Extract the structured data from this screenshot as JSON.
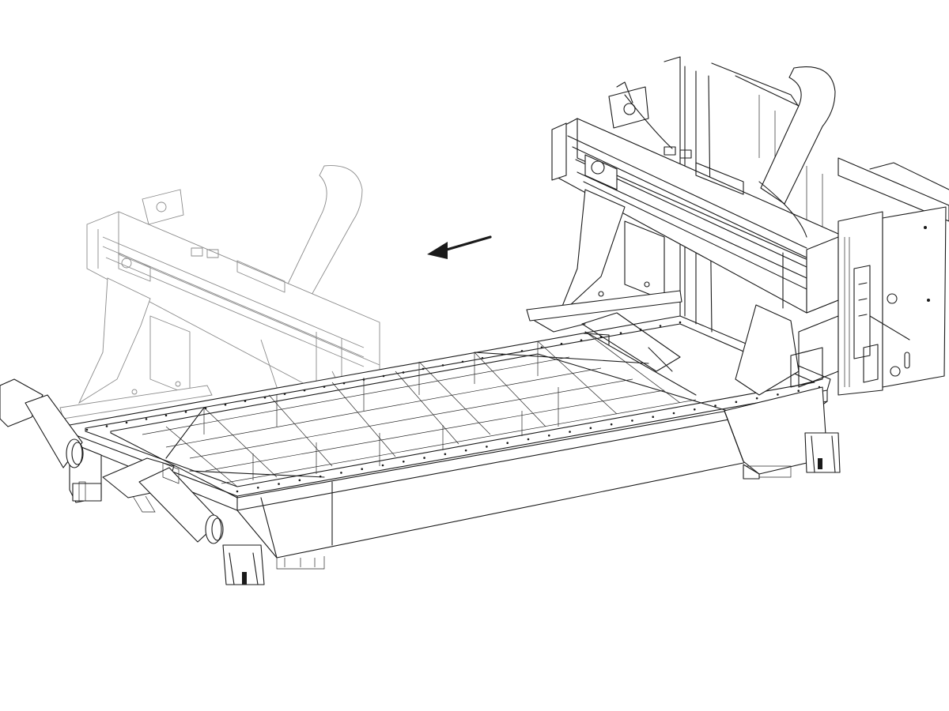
{
  "figure": {
    "direction_arrow": "left",
    "parts": [
      "gantry-current",
      "gantry-moved",
      "cutting-table",
      "exhaust-duct",
      "electrical-cabinet"
    ]
  }
}
